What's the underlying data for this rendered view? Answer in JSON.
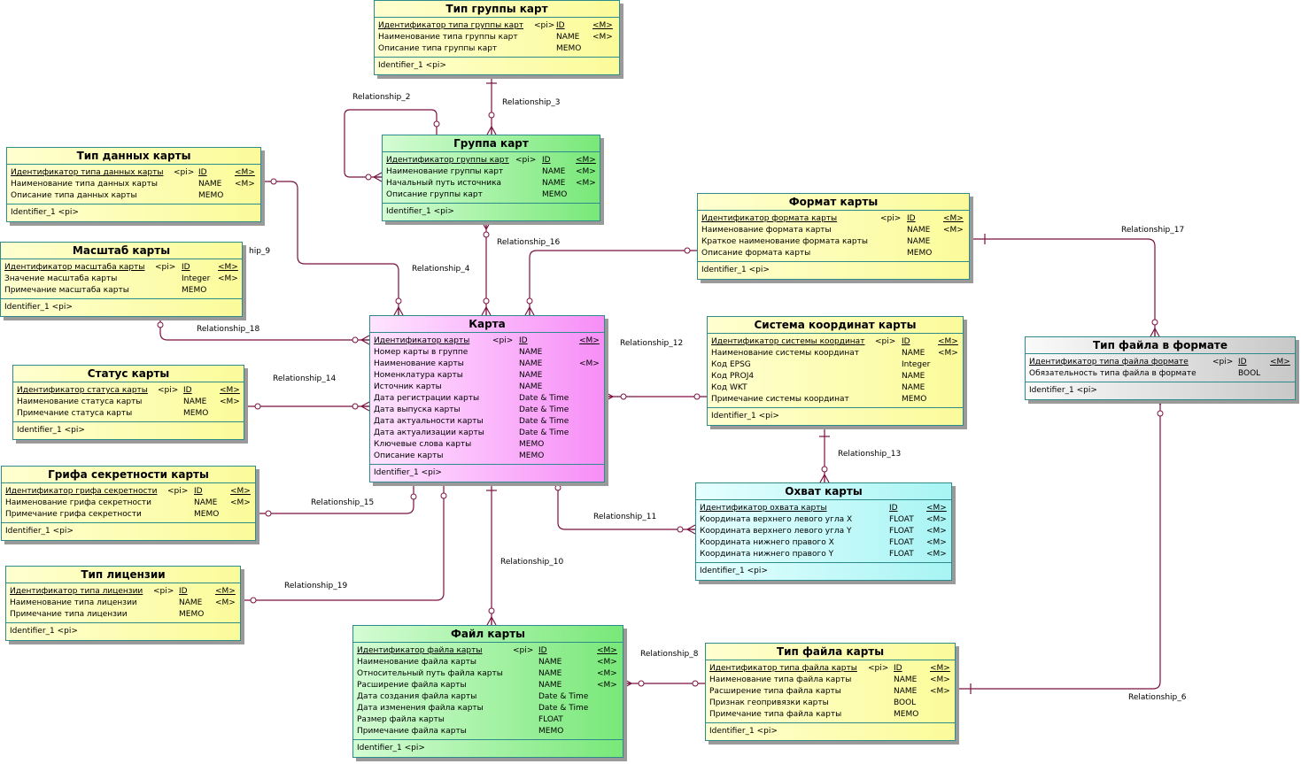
{
  "entities": [
    {
      "key": "tip_gruppy",
      "title": "Тип группы карт",
      "color": "y",
      "attrs": [
        [
          "Идентификатор типа группы карт",
          "<pi>",
          "ID",
          "<M>"
        ],
        [
          "Наименование типа группы карт",
          "",
          "NAME",
          "<M>"
        ],
        [
          "Описание типа группы карт",
          "",
          "MEMO",
          ""
        ]
      ],
      "identifier": "Identifier_1   <pi>"
    },
    {
      "key": "gruppa",
      "title": "Группа карт",
      "color": "g",
      "attrs": [
        [
          "Идентификатор группы карт",
          "<pi>",
          "ID",
          "<M>"
        ],
        [
          "Наименование группы карт",
          "",
          "NAME",
          "<M>"
        ],
        [
          "Начальный путь источника",
          "",
          "NAME",
          "<M>"
        ],
        [
          "Описание группы карт",
          "",
          "MEMO",
          ""
        ]
      ],
      "identifier": "Identifier_1   <pi>"
    },
    {
      "key": "tip_dannyh",
      "title": "Тип данных карты",
      "color": "y",
      "attrs": [
        [
          "Идентификатор типа данных карты",
          "<pi>",
          "ID",
          "<M>"
        ],
        [
          "Наименование типа данных карты",
          "",
          "NAME",
          "<M>"
        ],
        [
          "Описание типа данных карты",
          "",
          "MEMO",
          ""
        ]
      ],
      "identifier": "Identifier_1   <pi>"
    },
    {
      "key": "masshtab",
      "title": "Масштаб карты",
      "color": "y",
      "attrs": [
        [
          "Идентификатор масштаба карты",
          "<pi>",
          "ID",
          "<M>"
        ],
        [
          "Значение масштаба карты",
          "",
          "Integer",
          "<M>"
        ],
        [
          "Примечание масштаба карты",
          "",
          "MEMO",
          ""
        ]
      ],
      "identifier": "Identifier_1   <pi>"
    },
    {
      "key": "status",
      "title": "Статус карты",
      "color": "y",
      "attrs": [
        [
          "Идентификатор статуса карты",
          "<pi>",
          "ID",
          "<M>"
        ],
        [
          "Наименование статуса карты",
          "",
          "NAME",
          "<M>"
        ],
        [
          "Примечание статуса карты",
          "",
          "MEMO",
          ""
        ]
      ],
      "identifier": "Identifier_1   <pi>"
    },
    {
      "key": "grifa",
      "title": "Грифа секретности карты",
      "color": "y",
      "attrs": [
        [
          "Идентификатор грифа секретности",
          "<pi>",
          "ID",
          "<M>"
        ],
        [
          "Наименование грифа секретности",
          "",
          "NAME",
          "<M>"
        ],
        [
          "Примечание грифа секретности",
          "",
          "MEMO",
          ""
        ]
      ],
      "identifier": "Identifier_1   <pi>"
    },
    {
      "key": "licenzia",
      "title": "Тип лицензии",
      "color": "y",
      "attrs": [
        [
          "Идентификатор типа лицензии",
          "<pi>",
          "ID",
          "<M>"
        ],
        [
          "Наименование типа лицензии",
          "",
          "NAME",
          "<M>"
        ],
        [
          "Примечание типа лицензии",
          "",
          "MEMO",
          ""
        ]
      ],
      "identifier": "Identifier_1   <pi>"
    },
    {
      "key": "karta",
      "title": "Карта",
      "color": "p",
      "attrs": [
        [
          "Идентификатор карты",
          "<pi>",
          "ID",
          "<M>"
        ],
        [
          "Номер карты в группе",
          "",
          "NAME",
          ""
        ],
        [
          "Наименование карты",
          "",
          "NAME",
          "<M>"
        ],
        [
          "Номенклатура карты",
          "",
          "NAME",
          ""
        ],
        [
          "Источник карты",
          "",
          "NAME",
          ""
        ],
        [
          "Дата регистрации карты",
          "",
          "Date & Time",
          ""
        ],
        [
          "Дата выпуска карты",
          "",
          "Date & Time",
          ""
        ],
        [
          "Дата актуальности карты",
          "",
          "Date & Time",
          ""
        ],
        [
          "Дата актуализации карты",
          "",
          "Date & Time",
          ""
        ],
        [
          "Ключевые слова карты",
          "",
          "MEMO",
          ""
        ],
        [
          "Описание карты",
          "",
          "MEMO",
          ""
        ]
      ],
      "identifier": "Identifier_1   <pi>"
    },
    {
      "key": "format",
      "title": "Формат карты",
      "color": "y",
      "attrs": [
        [
          "Идентификатор формата карты",
          "<pi>",
          "ID",
          "<M>"
        ],
        [
          "Наименование формата карты",
          "",
          "NAME",
          "<M>"
        ],
        [
          "Краткое наименование формата карты",
          "",
          "NAME",
          ""
        ],
        [
          "Описание формата карты",
          "",
          "MEMO",
          ""
        ]
      ],
      "identifier": "Identifier_1   <pi>"
    },
    {
      "key": "sistema",
      "title": "Система координат карты",
      "color": "y",
      "attrs": [
        [
          "Идентификатор системы координат",
          "<pi>",
          "ID",
          "<M>"
        ],
        [
          "Наименование системы координат",
          "",
          "NAME",
          "<M>"
        ],
        [
          "Код EPSG",
          "",
          "Integer",
          ""
        ],
        [
          "Код PROJ4",
          "",
          "NAME",
          ""
        ],
        [
          "Код WKT",
          "",
          "NAME",
          ""
        ],
        [
          "Примечание системы координат",
          "",
          "MEMO",
          ""
        ]
      ],
      "identifier": "Identifier_1   <pi>"
    },
    {
      "key": "tip_faila_f",
      "title": "Тип файла в формате",
      "color": "gr",
      "attrs": [
        [
          "Идентификатор типа файла формате",
          "<pi>",
          "ID",
          "<M>"
        ],
        [
          "Обязательность типа файла в формате",
          "",
          "BOOL",
          ""
        ]
      ],
      "identifier": "Identifier_1   <pi>"
    },
    {
      "key": "ohvat",
      "title": "Охват карты",
      "color": "c",
      "attrs": [
        [
          "Идентификатор охвата карты",
          "",
          "ID",
          "<M>"
        ],
        [
          "Координата верхнего левого угла X",
          "",
          "FLOAT",
          "<M>"
        ],
        [
          "Координата верхнего левого угла Y",
          "",
          "FLOAT",
          "<M>"
        ],
        [
          "Координата нижнего правого X",
          "",
          "FLOAT",
          "<M>"
        ],
        [
          "Координата нижнего правого Y",
          "",
          "FLOAT",
          "<M>"
        ]
      ],
      "identifier": "Identifier_1   <pi>"
    },
    {
      "key": "fail",
      "title": "Файл карты",
      "color": "g",
      "attrs": [
        [
          "Идентификатор файла карты",
          "<pi>",
          "ID",
          "<M>"
        ],
        [
          "Наименование файла карты",
          "",
          "NAME",
          "<M>"
        ],
        [
          "Относительный путь файла карты",
          "",
          "NAME",
          "<M>"
        ],
        [
          "Расширение файла карты",
          "",
          "NAME",
          "<M>"
        ],
        [
          "Дата создания файла карты",
          "",
          "Date & Time",
          ""
        ],
        [
          "Дата изменения файла карты",
          "",
          "Date & Time",
          ""
        ],
        [
          "Размер файла карты",
          "",
          "FLOAT",
          ""
        ],
        [
          "Примечание файла карты",
          "",
          "MEMO",
          ""
        ]
      ],
      "identifier": "Identifier_1   <pi>"
    },
    {
      "key": "tip_faila",
      "title": "Тип файла карты",
      "color": "y",
      "attrs": [
        [
          "Идентификатор типа файла карты",
          "<pi>",
          "ID",
          "<M>"
        ],
        [
          "Наименование типа файла карты",
          "",
          "NAME",
          "<M>"
        ],
        [
          "Расширение типа файла карты",
          "",
          "NAME",
          "<M>"
        ],
        [
          "Признак геопривязки карты",
          "",
          "BOOL",
          ""
        ],
        [
          "Примечание типа файла карты",
          "",
          "MEMO",
          ""
        ]
      ],
      "identifier": "Identifier_1   <pi>"
    }
  ],
  "relationships": [
    {
      "key": "r2",
      "label": "Relationship_2"
    },
    {
      "key": "r3",
      "label": "Relationship_3"
    },
    {
      "key": "r4",
      "label": "Relationship_4"
    },
    {
      "key": "r9",
      "label": "hip_9"
    },
    {
      "key": "r16",
      "label": "Relationship_16"
    },
    {
      "key": "r17",
      "label": "Relationship_17"
    },
    {
      "key": "r18",
      "label": "Relationship_18"
    },
    {
      "key": "r12",
      "label": "Relationship_12"
    },
    {
      "key": "r14",
      "label": "Relationship_14"
    },
    {
      "key": "r13",
      "label": "Relationship_13"
    },
    {
      "key": "r15",
      "label": "Relationship_15"
    },
    {
      "key": "r11",
      "label": "Relationship_11"
    },
    {
      "key": "r10",
      "label": "Relationship_10"
    },
    {
      "key": "r19",
      "label": "Relationship_19"
    },
    {
      "key": "r8",
      "label": "Relationship_8"
    },
    {
      "key": "r6",
      "label": "Relationship_6"
    }
  ]
}
